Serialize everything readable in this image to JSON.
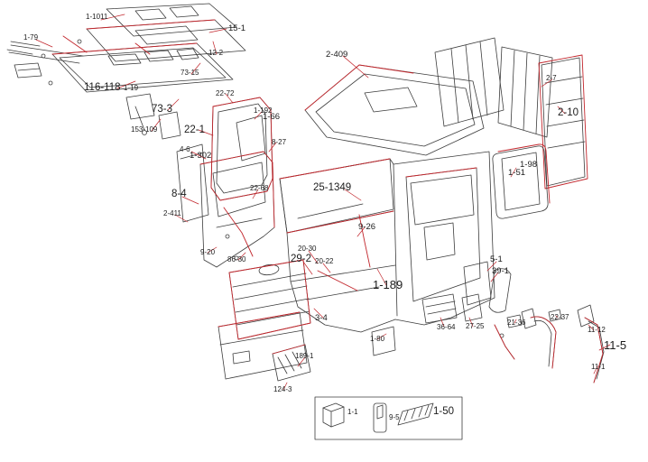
{
  "colors": {
    "line": "#3c3c3c",
    "highlight": "#c2272d",
    "label": "#1c1c1c",
    "background": "#ffffff"
  },
  "labels": [
    {
      "part": "1-1011"
    },
    {
      "part": "1-79"
    },
    {
      "part": "15-1"
    },
    {
      "part": "12-2"
    },
    {
      "part": "73-15"
    },
    {
      "part": "116-118"
    },
    {
      "part": "1-19"
    },
    {
      "part": "73-3"
    },
    {
      "part": "153-109"
    },
    {
      "part": "22-72"
    },
    {
      "part": "1-192"
    },
    {
      "part": "1-66"
    },
    {
      "part": "2-409"
    },
    {
      "part": "22-1"
    },
    {
      "part": "4-6"
    },
    {
      "part": "1-302"
    },
    {
      "part": "8-27"
    },
    {
      "part": "2-7"
    },
    {
      "part": "2-10"
    },
    {
      "part": "1-98"
    },
    {
      "part": "1-51"
    },
    {
      "part": "25-1349"
    },
    {
      "part": "8-4"
    },
    {
      "part": "2-411"
    },
    {
      "part": "22-68"
    },
    {
      "part": "9-26"
    },
    {
      "part": "9-20"
    },
    {
      "part": "86-30"
    },
    {
      "part": "20-30"
    },
    {
      "part": "29-2"
    },
    {
      "part": "20-22"
    },
    {
      "part": "1-189"
    },
    {
      "part": "5-1"
    },
    {
      "part": "39-1"
    },
    {
      "part": "3-4"
    },
    {
      "part": "1-80"
    },
    {
      "part": "36-64"
    },
    {
      "part": "27-25"
    },
    {
      "part": "21-36"
    },
    {
      "part": "22-37"
    },
    {
      "part": "11-12"
    },
    {
      "part": "11-5"
    },
    {
      "part": "11-1"
    },
    {
      "part": "189-1"
    },
    {
      "part": "124-3"
    }
  ],
  "legend": [
    {
      "part": "1-1",
      "icon": "cab-icon"
    },
    {
      "part": "9-5",
      "icon": "door-icon"
    },
    {
      "part": "1-50",
      "icon": "step-strip-icon"
    }
  ]
}
